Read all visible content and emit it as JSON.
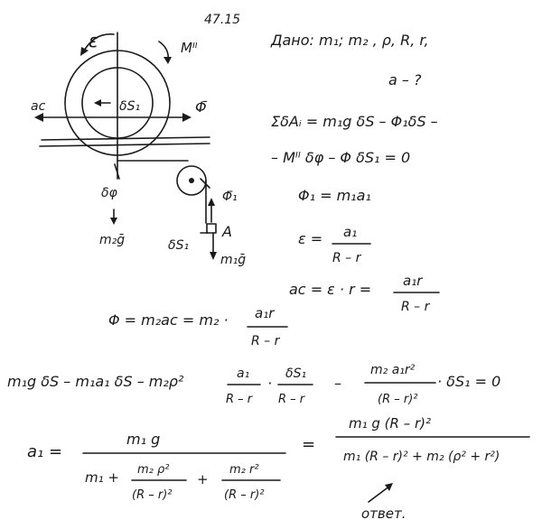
{
  "problem_number": "47.15",
  "diagram": {
    "epsilon": "ε",
    "moment": "Mᴵᴵ",
    "a_c": "aᴄ",
    "delta_s1_top": "δS₁",
    "phi_bar": "Φ̄",
    "delta_phi": "δφ",
    "m2g": "m₂ḡ",
    "phi1_bar": "Φ̄₁",
    "point_A": "A",
    "delta_s1_low": "δS₁",
    "m1g": "m₁ḡ"
  },
  "right": {
    "given": "Дано:  m₁;   m₂ , ρ, R, r,",
    "find": "a – ?",
    "work_line1": "ΣδAᵢ =  m₁g δS –  Φ₁δS –",
    "work_line2": "– Mᴵᴵ δφ  – Φ δS₁ = 0",
    "phi1_eq": "Φ₁ =  m₁a₁",
    "eps_lhs": "ε  =",
    "eps_num": "a₁",
    "eps_den": "R – r",
    "ac_lhs": "aᴄ =   ε · r  =",
    "ac_num": "a₁r",
    "ac_den": "R – r"
  },
  "lower": {
    "phi_eq": "Φ  =  m₂aᴄ =  m₂ ·",
    "phi_num": "a₁r",
    "phi_den": "R – r",
    "balance_a": "m₁g δS –   m₁a₁ δS –   m₂ρ²",
    "balance_frac1_num": "a₁",
    "balance_frac1_den": "R – r",
    "balance_dot": "·",
    "balance_frac2_num": "δS₁",
    "balance_frac2_den": "R – r",
    "balance_minus": "–",
    "balance_frac3_num": "m₂ a₁r²",
    "balance_frac3_den": "(R – r)²",
    "balance_tail": "· δS₁ = 0",
    "answer_lhs": "a₁ =",
    "answer_num1": "m₁ g",
    "answer_den1_a": "m₁ +",
    "answer_den1_b_num": "m₂ ρ²",
    "answer_den1_b_den": "(R – r)²",
    "answer_den1_plus": "+",
    "answer_den1_c_num": "m₂ r²",
    "answer_den1_c_den": "(R – r)²",
    "answer_eq": "=",
    "answer_num2": "m₁ g  (R – r)²",
    "answer_den2": "m₁ (R – r)² + m₂ (ρ² + r²)",
    "answer_word": "ответ."
  }
}
